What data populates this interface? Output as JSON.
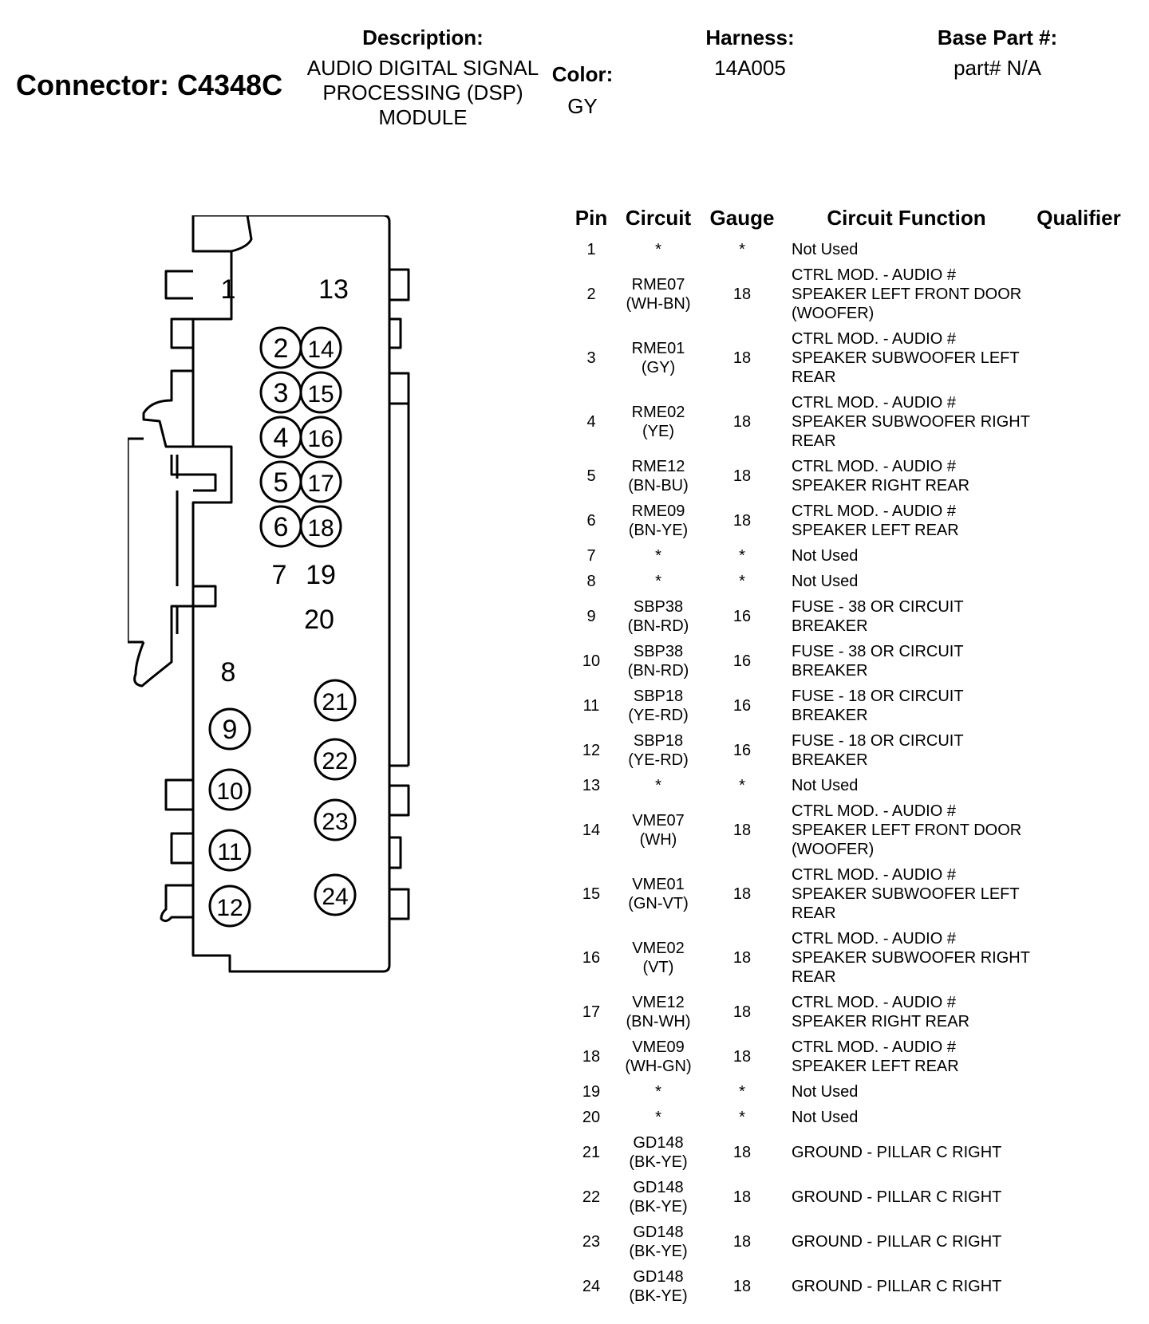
{
  "connector": {
    "label": "Connector: C4348C"
  },
  "description": {
    "label": "Description:",
    "value": "AUDIO DIGITAL SIGNAL PROCESSING (DSP) MODULE"
  },
  "color": {
    "label": "Color:",
    "value": "GY"
  },
  "harness": {
    "label": "Harness:",
    "value": "14A005"
  },
  "base_part": {
    "label": "Base Part #:",
    "value": "part# N/A"
  },
  "diagram": {
    "plain_numbers": [
      "1",
      "13",
      "7",
      "19",
      "20",
      "8"
    ],
    "circled_pins": [
      "2",
      "3",
      "4",
      "5",
      "6",
      "14",
      "15",
      "16",
      "17",
      "18",
      "9",
      "10",
      "11",
      "12",
      "21",
      "22",
      "23",
      "24"
    ]
  },
  "table": {
    "headers": {
      "pin": "Pin",
      "circuit": "Circuit",
      "gauge": "Gauge",
      "function": "Circuit Function",
      "qualifier": "Qualifier"
    },
    "rows": [
      {
        "pin": "1",
        "circuit": "*",
        "color": "",
        "gauge": "*",
        "function": "Not Used",
        "qualifier": ""
      },
      {
        "pin": "2",
        "circuit": "RME07",
        "color": "(WH-BN)",
        "gauge": "18",
        "function": "CTRL MOD. - AUDIO # SPEAKER LEFT FRONT DOOR (WOOFER)",
        "qualifier": ""
      },
      {
        "pin": "3",
        "circuit": "RME01",
        "color": "(GY)",
        "gauge": "18",
        "function": "CTRL MOD. - AUDIO # SPEAKER SUBWOOFER LEFT REAR",
        "qualifier": ""
      },
      {
        "pin": "4",
        "circuit": "RME02",
        "color": "(YE)",
        "gauge": "18",
        "function": "CTRL MOD. - AUDIO # SPEAKER SUBWOOFER RIGHT REAR",
        "qualifier": ""
      },
      {
        "pin": "5",
        "circuit": "RME12",
        "color": "(BN-BU)",
        "gauge": "18",
        "function": "CTRL MOD. - AUDIO # SPEAKER RIGHT REAR",
        "qualifier": ""
      },
      {
        "pin": "6",
        "circuit": "RME09",
        "color": "(BN-YE)",
        "gauge": "18",
        "function": "CTRL MOD. - AUDIO # SPEAKER LEFT REAR",
        "qualifier": ""
      },
      {
        "pin": "7",
        "circuit": "*",
        "color": "",
        "gauge": "*",
        "function": "Not Used",
        "qualifier": ""
      },
      {
        "pin": "8",
        "circuit": "*",
        "color": "",
        "gauge": "*",
        "function": "Not Used",
        "qualifier": ""
      },
      {
        "pin": "9",
        "circuit": "SBP38",
        "color": "(BN-RD)",
        "gauge": "16",
        "function": "FUSE - 38 OR CIRCUIT BREAKER",
        "qualifier": ""
      },
      {
        "pin": "10",
        "circuit": "SBP38",
        "color": "(BN-RD)",
        "gauge": "16",
        "function": "FUSE - 38 OR CIRCUIT BREAKER",
        "qualifier": ""
      },
      {
        "pin": "11",
        "circuit": "SBP18",
        "color": "(YE-RD)",
        "gauge": "16",
        "function": "FUSE - 18 OR CIRCUIT BREAKER",
        "qualifier": ""
      },
      {
        "pin": "12",
        "circuit": "SBP18",
        "color": "(YE-RD)",
        "gauge": "16",
        "function": "FUSE - 18 OR CIRCUIT BREAKER",
        "qualifier": ""
      },
      {
        "pin": "13",
        "circuit": "*",
        "color": "",
        "gauge": "*",
        "function": "Not Used",
        "qualifier": ""
      },
      {
        "pin": "14",
        "circuit": "VME07",
        "color": "(WH)",
        "gauge": "18",
        "function": "CTRL MOD. - AUDIO # SPEAKER LEFT FRONT DOOR (WOOFER)",
        "qualifier": ""
      },
      {
        "pin": "15",
        "circuit": "VME01",
        "color": "(GN-VT)",
        "gauge": "18",
        "function": "CTRL MOD. - AUDIO # SPEAKER SUBWOOFER LEFT REAR",
        "qualifier": ""
      },
      {
        "pin": "16",
        "circuit": "VME02",
        "color": "(VT)",
        "gauge": "18",
        "function": "CTRL MOD. - AUDIO # SPEAKER SUBWOOFER RIGHT REAR",
        "qualifier": ""
      },
      {
        "pin": "17",
        "circuit": "VME12",
        "color": "(BN-WH)",
        "gauge": "18",
        "function": "CTRL MOD. - AUDIO # SPEAKER RIGHT REAR",
        "qualifier": ""
      },
      {
        "pin": "18",
        "circuit": "VME09",
        "color": "(WH-GN)",
        "gauge": "18",
        "function": "CTRL MOD. - AUDIO # SPEAKER LEFT REAR",
        "qualifier": ""
      },
      {
        "pin": "19",
        "circuit": "*",
        "color": "",
        "gauge": "*",
        "function": "Not Used",
        "qualifier": ""
      },
      {
        "pin": "20",
        "circuit": "*",
        "color": "",
        "gauge": "*",
        "function": "Not Used",
        "qualifier": ""
      },
      {
        "pin": "21",
        "circuit": "GD148",
        "color": "(BK-YE)",
        "gauge": "18",
        "function": "GROUND - PILLAR C RIGHT",
        "qualifier": ""
      },
      {
        "pin": "22",
        "circuit": "GD148",
        "color": "(BK-YE)",
        "gauge": "18",
        "function": "GROUND - PILLAR C RIGHT",
        "qualifier": ""
      },
      {
        "pin": "23",
        "circuit": "GD148",
        "color": "(BK-YE)",
        "gauge": "18",
        "function": "GROUND - PILLAR C RIGHT",
        "qualifier": ""
      },
      {
        "pin": "24",
        "circuit": "GD148",
        "color": "(BK-YE)",
        "gauge": "18",
        "function": "GROUND - PILLAR C RIGHT",
        "qualifier": ""
      }
    ]
  }
}
